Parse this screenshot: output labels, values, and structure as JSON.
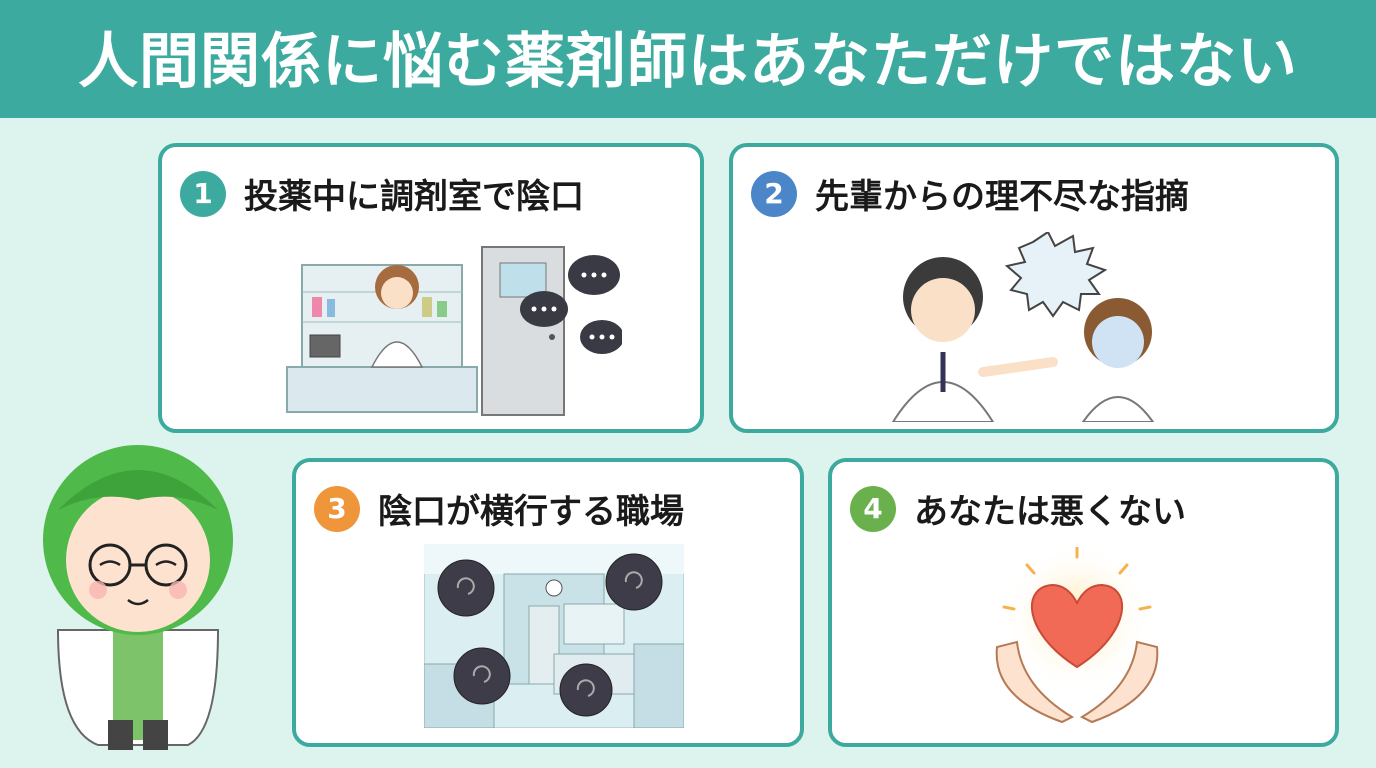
{
  "header": {
    "title": "人間関係に悩む薬剤師はあなただけではない"
  },
  "cards": [
    {
      "number": "1",
      "title": "投薬中に調剤室で陰口",
      "color": "#3daa9f"
    },
    {
      "number": "2",
      "title": "先輩からの理不尽な指摘",
      "color": "#4a86c8"
    },
    {
      "number": "3",
      "title": "陰口が横行する職場",
      "color": "#f0963a"
    },
    {
      "number": "4",
      "title": "あなたは悪くない",
      "color": "#6ab04c"
    }
  ],
  "colors": {
    "accent": "#3daa9f",
    "background": "#dcf3ee"
  }
}
